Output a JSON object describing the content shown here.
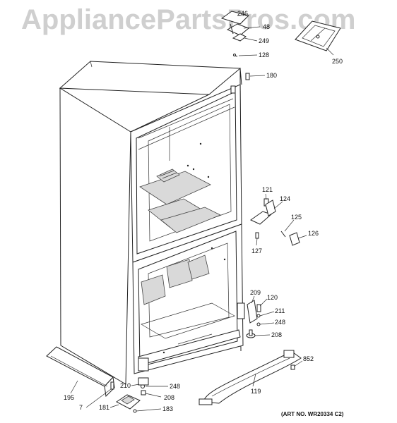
{
  "watermark": "AppliancePartsPros.com",
  "art_number": "(ART NO. WR20334 C2)",
  "callouts": {
    "c246": "246",
    "c48": "48",
    "c249": "249",
    "c128": "128",
    "c250": "250",
    "c180": "180",
    "c121": "121",
    "c124": "124",
    "c125": "125",
    "c126": "126",
    "c127": "127",
    "c209": "209",
    "c120": "120",
    "c211": "211",
    "c248a": "248",
    "c208a": "208",
    "c852": "852",
    "c195": "195",
    "c210": "210",
    "c248b": "248",
    "c208b": "208",
    "c7": "7",
    "c181": "181",
    "c183": "183",
    "c119": "119"
  }
}
